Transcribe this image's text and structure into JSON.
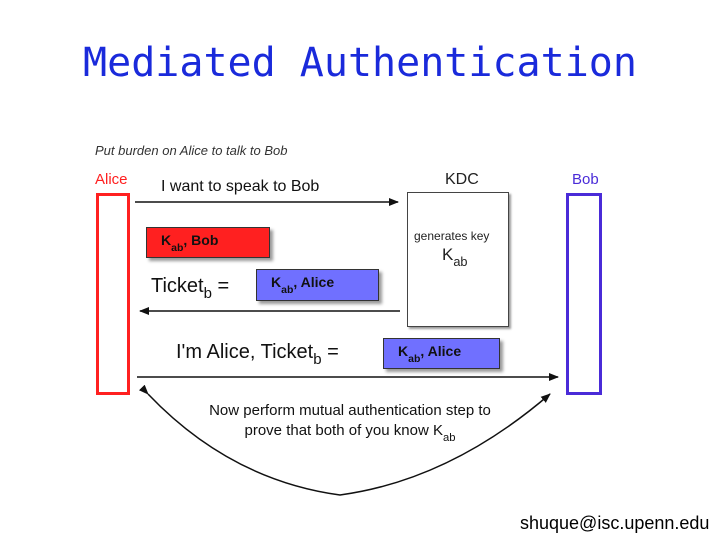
{
  "title": "Mediated Authentication",
  "subtitle": "Put burden on Alice to talk to Bob",
  "participants": {
    "alice": "Alice",
    "kdc": "KDC",
    "bob": "Bob"
  },
  "kdc_box": {
    "generates": "generates key",
    "key_main": "K",
    "key_sub": "ab"
  },
  "messages": {
    "m1": "I want to speak to Bob",
    "m2_key_main": "K",
    "m2_key_sub": "ab",
    "m2_rest": ", Bob",
    "m3_prefix": "Ticket",
    "m3_sub": "b",
    "m3_eq": " =",
    "m3_key_main": "K",
    "m3_key_sub": "ab",
    "m3_rest": ", Alice",
    "m4_prefix": "I'm Alice, Ticket",
    "m4_sub": "b",
    "m4_eq": " =",
    "m4_key_main": "K",
    "m4_key_sub": "ab",
    "m4_rest": ", Alice",
    "final_line1": "Now perform mutual authentication step to",
    "final_line2": "prove that both of you know K",
    "final_sub": "ab"
  },
  "footer_email": "shuque@isc.upenn.edu",
  "colors": {
    "title": "#1a2adb",
    "alice": "#ff2020",
    "bob": "#4a2bd8",
    "ticket_box": "#7070ff"
  }
}
